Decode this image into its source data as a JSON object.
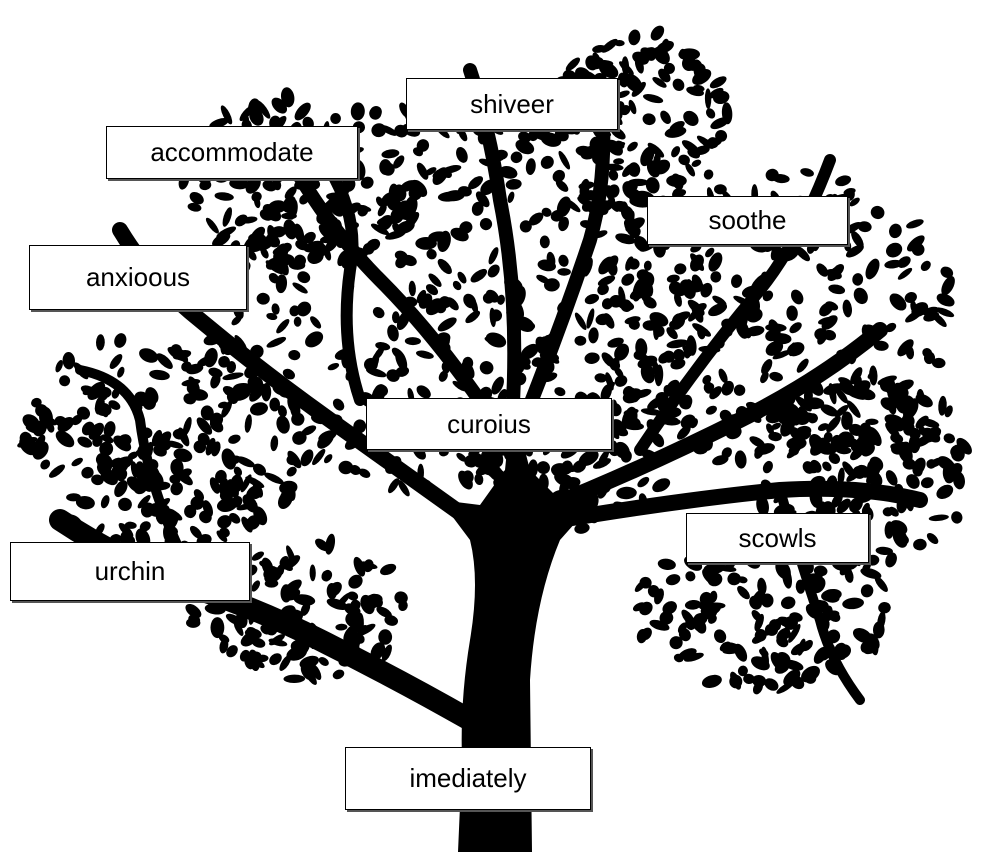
{
  "labels": {
    "shiveer": "shiveer",
    "accommodate": "accommodate",
    "soothe": "soothe",
    "anxioous": "anxioous",
    "curoius": "curoius",
    "scowls": "scowls",
    "urchin": "urchin",
    "imediately": "imediately"
  },
  "colors": {
    "tree": "#000000",
    "background": "#ffffff",
    "label_border": "#000000"
  }
}
